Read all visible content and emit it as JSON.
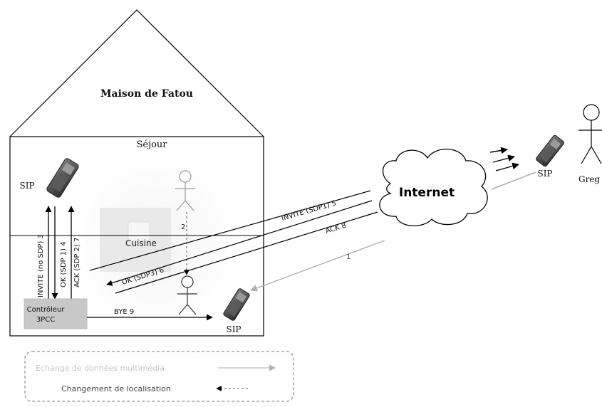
{
  "house": {
    "title": "Maison de Fatou",
    "living_room": "Séjour",
    "kitchen": "Cuisine"
  },
  "devices": {
    "sip_home": "SIP",
    "sip_kitchen": "SIP",
    "sip_greg": "SIP",
    "controller_line1": "Contrôleur",
    "controller_line2": "3PCC"
  },
  "people": {
    "greg": "Greg"
  },
  "cloud": {
    "label": "Internet"
  },
  "messages": {
    "invite_nosdp": "INVITE (no SDP) 3",
    "ok_sdp1": "OK (SDP 1) 4",
    "ack_sdp2": "ACK (SDP 2) 7",
    "invite_sdp1": "INVITE (SDP1) 5",
    "ok_sdp3": "OK (SDP3) 6",
    "ack": "ACK 8",
    "bye": "BYE 9",
    "step1": "1",
    "step2": "2"
  },
  "legend": {
    "media_exchange": "Echange de données multimédia",
    "location_change": "Changement de localisation"
  },
  "colors": {
    "line": "#000000",
    "faint": "#bcbcbc",
    "room_fill": "#efefef",
    "controller_fill": "#c8c8c8",
    "phone_body": "#4a4a4a"
  }
}
